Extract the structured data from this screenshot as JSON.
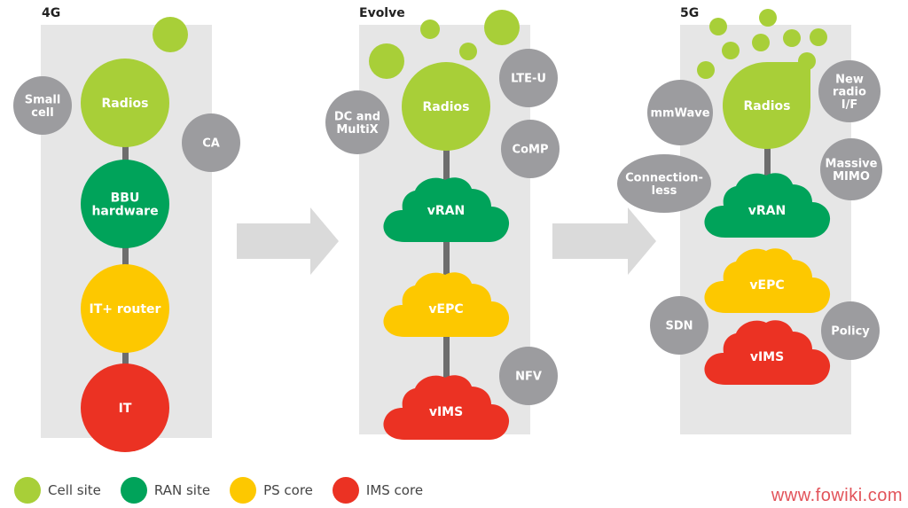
{
  "colors": {
    "cell_site": "#a8cf38",
    "ran_site": "#00a35a",
    "ps_core": "#fdc800",
    "ims_core": "#eb3223",
    "feature": "#9c9c9f",
    "panel": "#e6e6e6",
    "connector": "#6d6d6d",
    "arrow": "#dadada"
  },
  "columns": {
    "fourg": {
      "title": "4G",
      "nodes": {
        "radios": "Radios",
        "bbu": "BBU\nhardware",
        "router": "IT+ router",
        "it": "IT"
      },
      "features": {
        "small_cell": "Small\ncell",
        "ca": "CA"
      }
    },
    "evolve": {
      "title": "Evolve",
      "nodes": {
        "radios": "Radios",
        "vran": "vRAN",
        "vepc": "vEPC",
        "vims": "vIMS"
      },
      "features": {
        "dc": "DC and\nMultiX",
        "lteu": "LTE-U",
        "comp": "CoMP",
        "nfv": "NFV"
      }
    },
    "fiveg": {
      "title": "5G",
      "nodes": {
        "radios": "Radios",
        "vran": "vRAN",
        "vepc": "vEPC",
        "vims": "vIMS"
      },
      "features": {
        "mmwave": "mmWave",
        "newradio": "New\nradio\nI/F",
        "connless": "Connection-\nless",
        "mimo": "Massive\nMIMO",
        "sdn": "SDN",
        "policy": "Policy"
      }
    }
  },
  "legend": {
    "cell_site": "Cell site",
    "ran_site": "RAN site",
    "ps_core": "PS core",
    "ims_core": "IMS core"
  },
  "watermark": "www.fowiki.com"
}
